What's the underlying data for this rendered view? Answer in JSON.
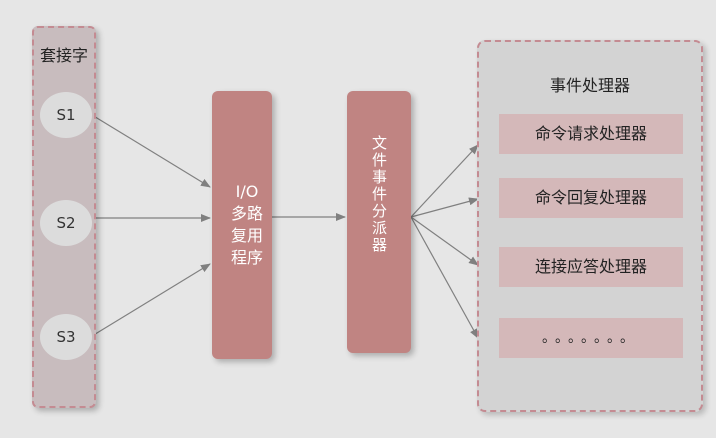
{
  "sockets": {
    "title": "套接字",
    "items": [
      "S1",
      "S2",
      "S3"
    ]
  },
  "multiplexer": {
    "label": "I/O\n多路\n复用\n程序"
  },
  "dispatcher": {
    "label": "文件事件分派器"
  },
  "handlers": {
    "title": "事件处理器",
    "items": [
      "命令请求处理器",
      "命令回复处理器",
      "连接应答处理器",
      "。。。。。。。"
    ]
  },
  "colors": {
    "background": "#e6e6e6",
    "process_box": "#c08482",
    "handler_item": "#d4b8b9",
    "dashed_border": "#c48b92",
    "arrow": "#808080"
  }
}
